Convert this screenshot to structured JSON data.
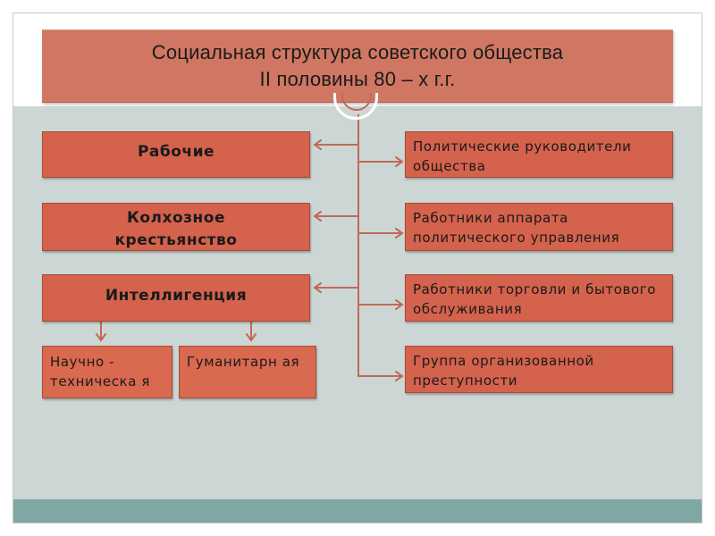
{
  "title": {
    "line1": "Социальная структура советского общества",
    "line2": "II половины 80 – х г.г."
  },
  "left_groups": [
    {
      "label": "Рабочие"
    },
    {
      "label": "Колхозное крестьянство"
    },
    {
      "label": "Интеллигенция"
    }
  ],
  "intelligentsia_subtypes": [
    {
      "label": "Научно - техническа я"
    },
    {
      "label": "Гуманитарн ая"
    }
  ],
  "right_groups": [
    {
      "label": "Политические руководители общества"
    },
    {
      "label": "Работники аппарата политического управления"
    },
    {
      "label": "Работники торговли и бытового обслуживания"
    },
    {
      "label": "Группа организованной преступности"
    }
  ],
  "colors": {
    "title_fill": "#cf7762",
    "box_fill": "#d4624c",
    "connector": "#c06a56",
    "panel": "#ccd6d5",
    "footer_band": "#7fa8a4"
  }
}
